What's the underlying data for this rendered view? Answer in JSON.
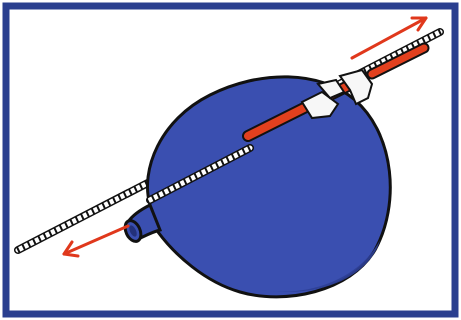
{
  "illustration": {
    "subject": "balloon-rocket",
    "colors": {
      "frame": "#2a3f8f",
      "balloon": "#3a4fb0",
      "balloon_shade": "#2e3f96",
      "outline": "#111111",
      "straw": "#e2401e",
      "arrow": "#e0381c",
      "tape": "#f7f7f7",
      "string": "#ffffff",
      "background": "#ffffff"
    },
    "arrows": [
      {
        "name": "motion-arrow-forward",
        "direction": "up-right"
      },
      {
        "name": "motion-arrow-backward",
        "direction": "down-left"
      }
    ]
  }
}
